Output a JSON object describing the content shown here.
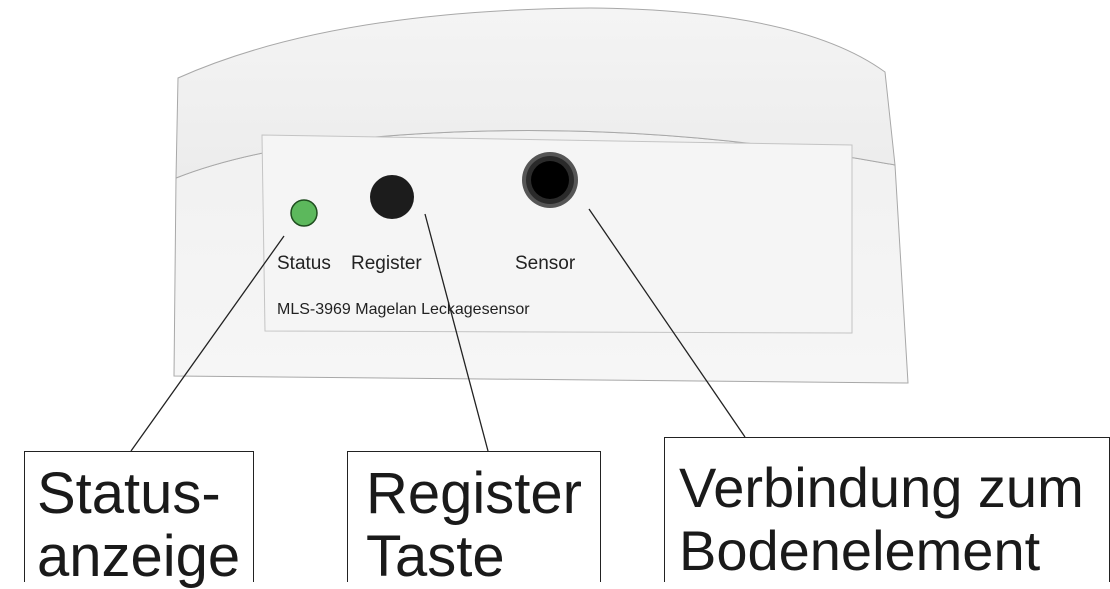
{
  "device": {
    "labels": {
      "status": "Status",
      "register": "Register",
      "sensor": "Sensor"
    },
    "model_text": "MLS-3969 Magelan Leckagesensor",
    "colors": {
      "led": "#5cb85c",
      "button": "#1c1c1c",
      "housing": "#f3f3f3",
      "outline": "#999999"
    }
  },
  "callouts": {
    "status": {
      "line1": "Status-",
      "line2": "anzeige"
    },
    "register": {
      "line1": "Register",
      "line2": "Taste"
    },
    "sensor": {
      "line1": "Verbindung zum",
      "line2": "Bodenelement"
    }
  }
}
